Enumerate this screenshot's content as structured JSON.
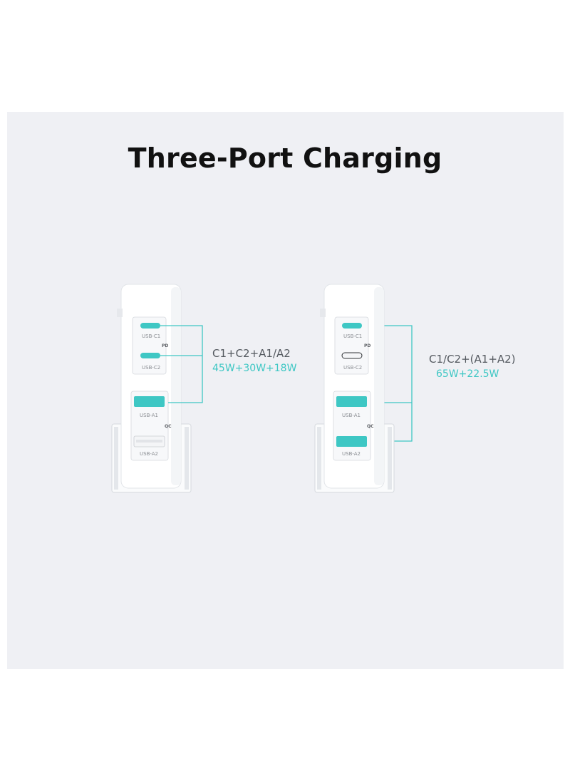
{
  "title": "Three-Port Charging",
  "colors": {
    "accent": "#3ec7c4",
    "panel": "#eff0f4",
    "port_inactive": "#f4f5f7"
  },
  "left": {
    "ports": [
      {
        "label": "USB-C1",
        "active": true
      },
      {
        "label": "USB-C2",
        "active": true
      },
      {
        "label": "USB-A1",
        "active": true
      },
      {
        "label": "USB-A2",
        "active": false
      }
    ],
    "group_pd": "PD",
    "group_qc": "QC",
    "combo": "C1+C2+A1/A2",
    "watts": "45W+30W+18W"
  },
  "right": {
    "ports": [
      {
        "label": "USB-C1",
        "active": true
      },
      {
        "label": "USB-C2",
        "active": false
      },
      {
        "label": "USB-A1",
        "active": true
      },
      {
        "label": "USB-A2",
        "active": true
      }
    ],
    "group_pd": "PD",
    "group_qc": "QC",
    "combo": "C1/C2+(A1+A2)",
    "watts": "65W+22.5W"
  }
}
